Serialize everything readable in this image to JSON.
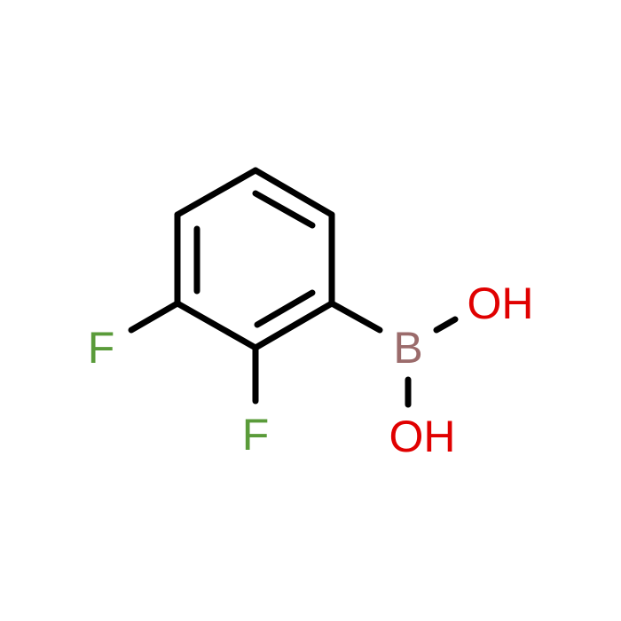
{
  "molecule": {
    "atoms": {
      "fluorine_top": {
        "symbol": "F",
        "color": "#5a9b3a"
      },
      "fluorine_bottom": {
        "symbol": "F",
        "color": "#5a9b3a"
      },
      "boron": {
        "symbol": "B",
        "color": "#9b6b6b"
      },
      "hydroxyl_top": {
        "symbol": "OH",
        "color": "#e00000"
      },
      "hydroxyl_bottom": {
        "symbol": "OH",
        "color": "#e00000"
      }
    },
    "bond_color": "#000000"
  }
}
